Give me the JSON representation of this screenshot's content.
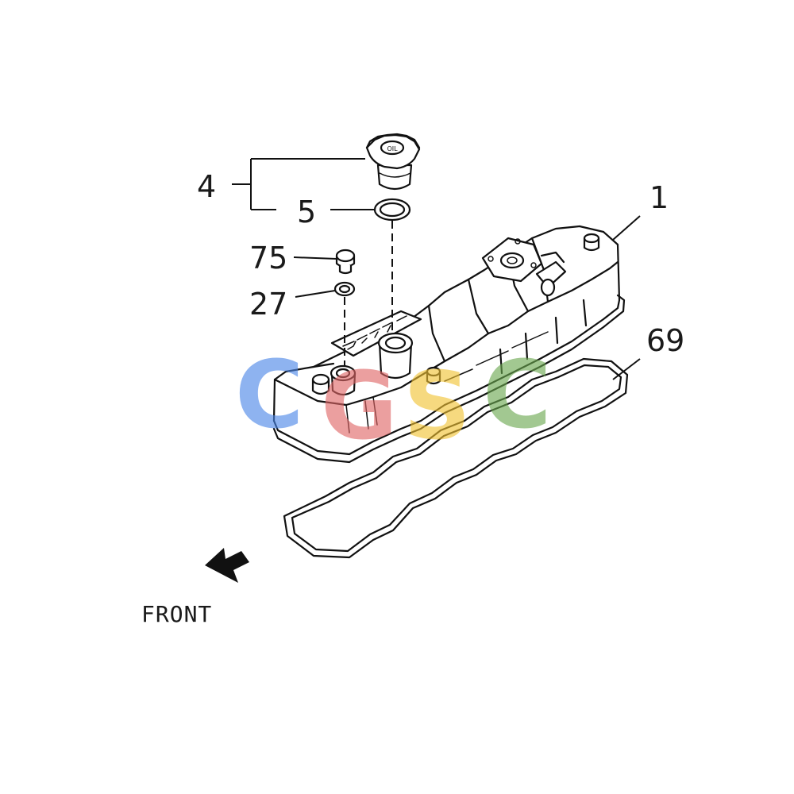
{
  "callouts": {
    "c4": "4",
    "c5": "5",
    "c75": "75",
    "c27": "27",
    "c1": "1",
    "c69": "69"
  },
  "front_label": "FRONT",
  "watermark": {
    "letters": [
      "C",
      "G",
      "S",
      "C"
    ],
    "colors": [
      "#4a86e8",
      "#e06666",
      "#f1c232",
      "#6aa84f"
    ]
  }
}
